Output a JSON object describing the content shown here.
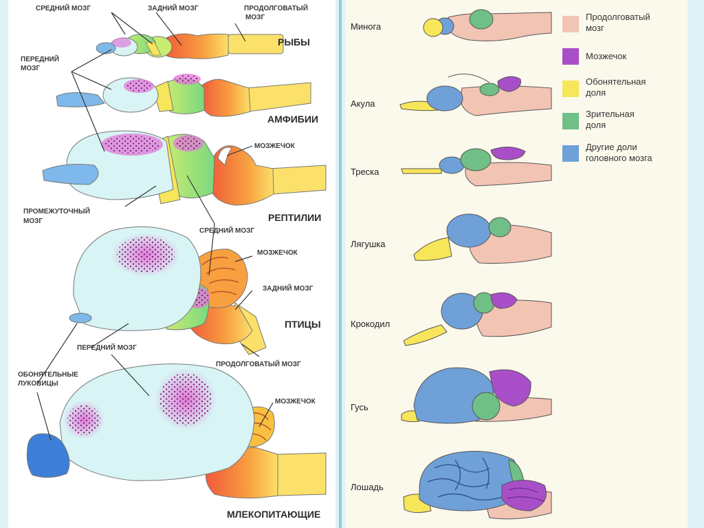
{
  "left_panel": {
    "labels": {
      "midbrain_top": "СРЕДНИЙ МОЗГ",
      "hindbrain_top": "ЗАДНИЙ МОЗГ",
      "medulla_top_1": "ПРОДОЛГОВАТЫЙ",
      "medulla_top_2": "МОЗГ",
      "forebrain_1": "ПЕРЕДНИЙ",
      "forebrain_2": "МОЗГ",
      "cerebellum_rept": "МОЗЖЕЧОК",
      "diencephalon_1": "ПРОМЕЖУТОЧНЫЙ",
      "diencephalon_2": "МОЗГ",
      "midbrain_birds": "СРЕДНИЙ МОЗГ",
      "cerebellum_birds": "МОЗЖЕЧОК",
      "hindbrain_birds": "ЗАДНИЙ МОЗГ",
      "forebrain_birds": "ПЕРЕДНИЙ МОЗГ",
      "medulla_birds": "ПРОДОЛГОВАТЫЙ МОЗГ",
      "olfactory_1": "ОБОНЯТЕЛЬНЫЕ",
      "olfactory_2": "ЛУКОВИЦЫ",
      "cerebellum_mammals": "МОЗЖЕЧОК"
    },
    "classes": {
      "fish": "РЫБЫ",
      "amphibians": "АМФИБИИ",
      "reptiles": "РЕПТИЛИИ",
      "birds": "ПТИЦЫ",
      "mammals": "МЛЕКОПИТАЮЩИЕ"
    }
  },
  "right_panel": {
    "species": [
      "Минога",
      "Акула",
      "Треска",
      "Лягушка",
      "Крокодил",
      "Гусь",
      "Лошадь"
    ],
    "legend": [
      {
        "label_1": "Продолговатый",
        "label_2": "мозг",
        "color": "#f2c4b4"
      },
      {
        "label_1": "Мозжечок",
        "label_2": "",
        "color": "#a84fc8"
      },
      {
        "label_1": "Обонятельная",
        "label_2": "доля",
        "color": "#f7e55a"
      },
      {
        "label_1": "Зрительная",
        "label_2": "доля",
        "color": "#6fbf86"
      },
      {
        "label_1": "Другие доли",
        "label_2": "головного мозга",
        "color": "#6fa0d8"
      }
    ]
  },
  "colors": {
    "brainstem_pink": "#f2c4b4",
    "cerebellum_purple": "#a84fc8",
    "olfactory_yellow": "#f7e55a",
    "optic_green": "#6fbf86",
    "other_blue": "#6fa0d8",
    "forebrain_light": "#d8f4f4",
    "bulb_blue": "#3d7fd8",
    "medulla_orange": "#f07a3a"
  }
}
